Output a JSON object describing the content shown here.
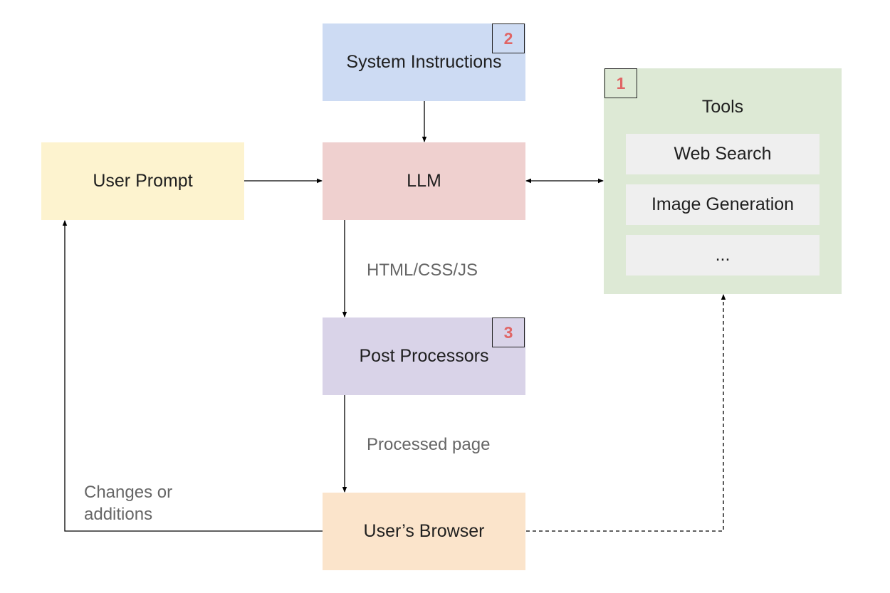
{
  "nodes": {
    "system_instructions": "System Instructions",
    "llm": "LLM",
    "user_prompt": "User Prompt",
    "post_processors": "Post Processors",
    "users_browser": "User’s Browser",
    "tools": {
      "title": "Tools",
      "items": [
        "Web Search",
        "Image Generation",
        "..."
      ]
    }
  },
  "badges": {
    "tools": "1",
    "system_instructions": "2",
    "post_processors": "3"
  },
  "edge_labels": {
    "llm_to_post": "HTML/CSS/JS",
    "post_to_browser": "Processed page",
    "browser_to_prompt_line1": "Changes or",
    "browser_to_prompt_line2": "additions"
  },
  "colors": {
    "system_instructions": "#cddbf3",
    "llm": "#efd0cf",
    "user_prompt": "#fdf3cf",
    "post_processors": "#d9d3e8",
    "users_browser": "#fbe4cb",
    "tools_panel": "#dde9d5",
    "tool_item": "#efefef",
    "badge_text": "#e06666",
    "arrow": "#000000"
  }
}
